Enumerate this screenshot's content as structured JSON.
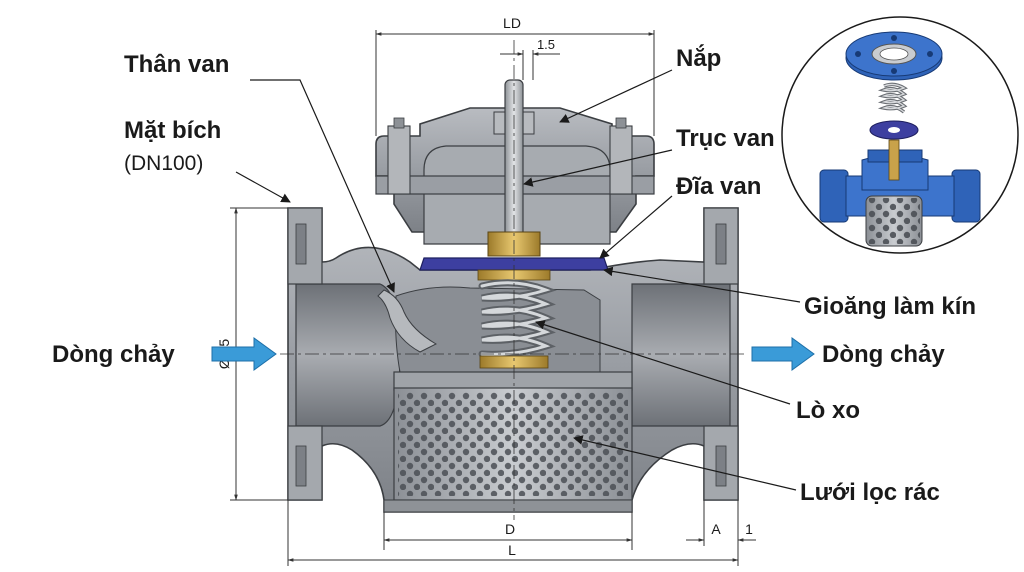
{
  "labels": {
    "body": "Thân van",
    "flange": "Mặt bích",
    "flange_size": "(DN100)",
    "cover": "Nắp",
    "stem": "Trục van",
    "disc": "Đĩa van",
    "gasket": "Gioăng làm kín",
    "spring": "Lò xo",
    "strainer": "Lưới lọc rác",
    "flow_in": "Dòng chảy",
    "flow_out": "Dòng chảy"
  },
  "dimensions": {
    "top_width": "LD",
    "offset": "1.5",
    "diameter": "Ø 15",
    "strainer_width": "D",
    "overall_length": "L",
    "flange_thickness": "A",
    "flange_gap": "1"
  },
  "colors": {
    "metal": "#9a9ea4",
    "metal_dark": "#6f7378",
    "metal_light": "#c4c7cb",
    "brass": "#c9a24a",
    "gasket": "#3d3fa0",
    "flow_arrow": "#3a9bd8",
    "inset_blue": "#2f63b8"
  }
}
